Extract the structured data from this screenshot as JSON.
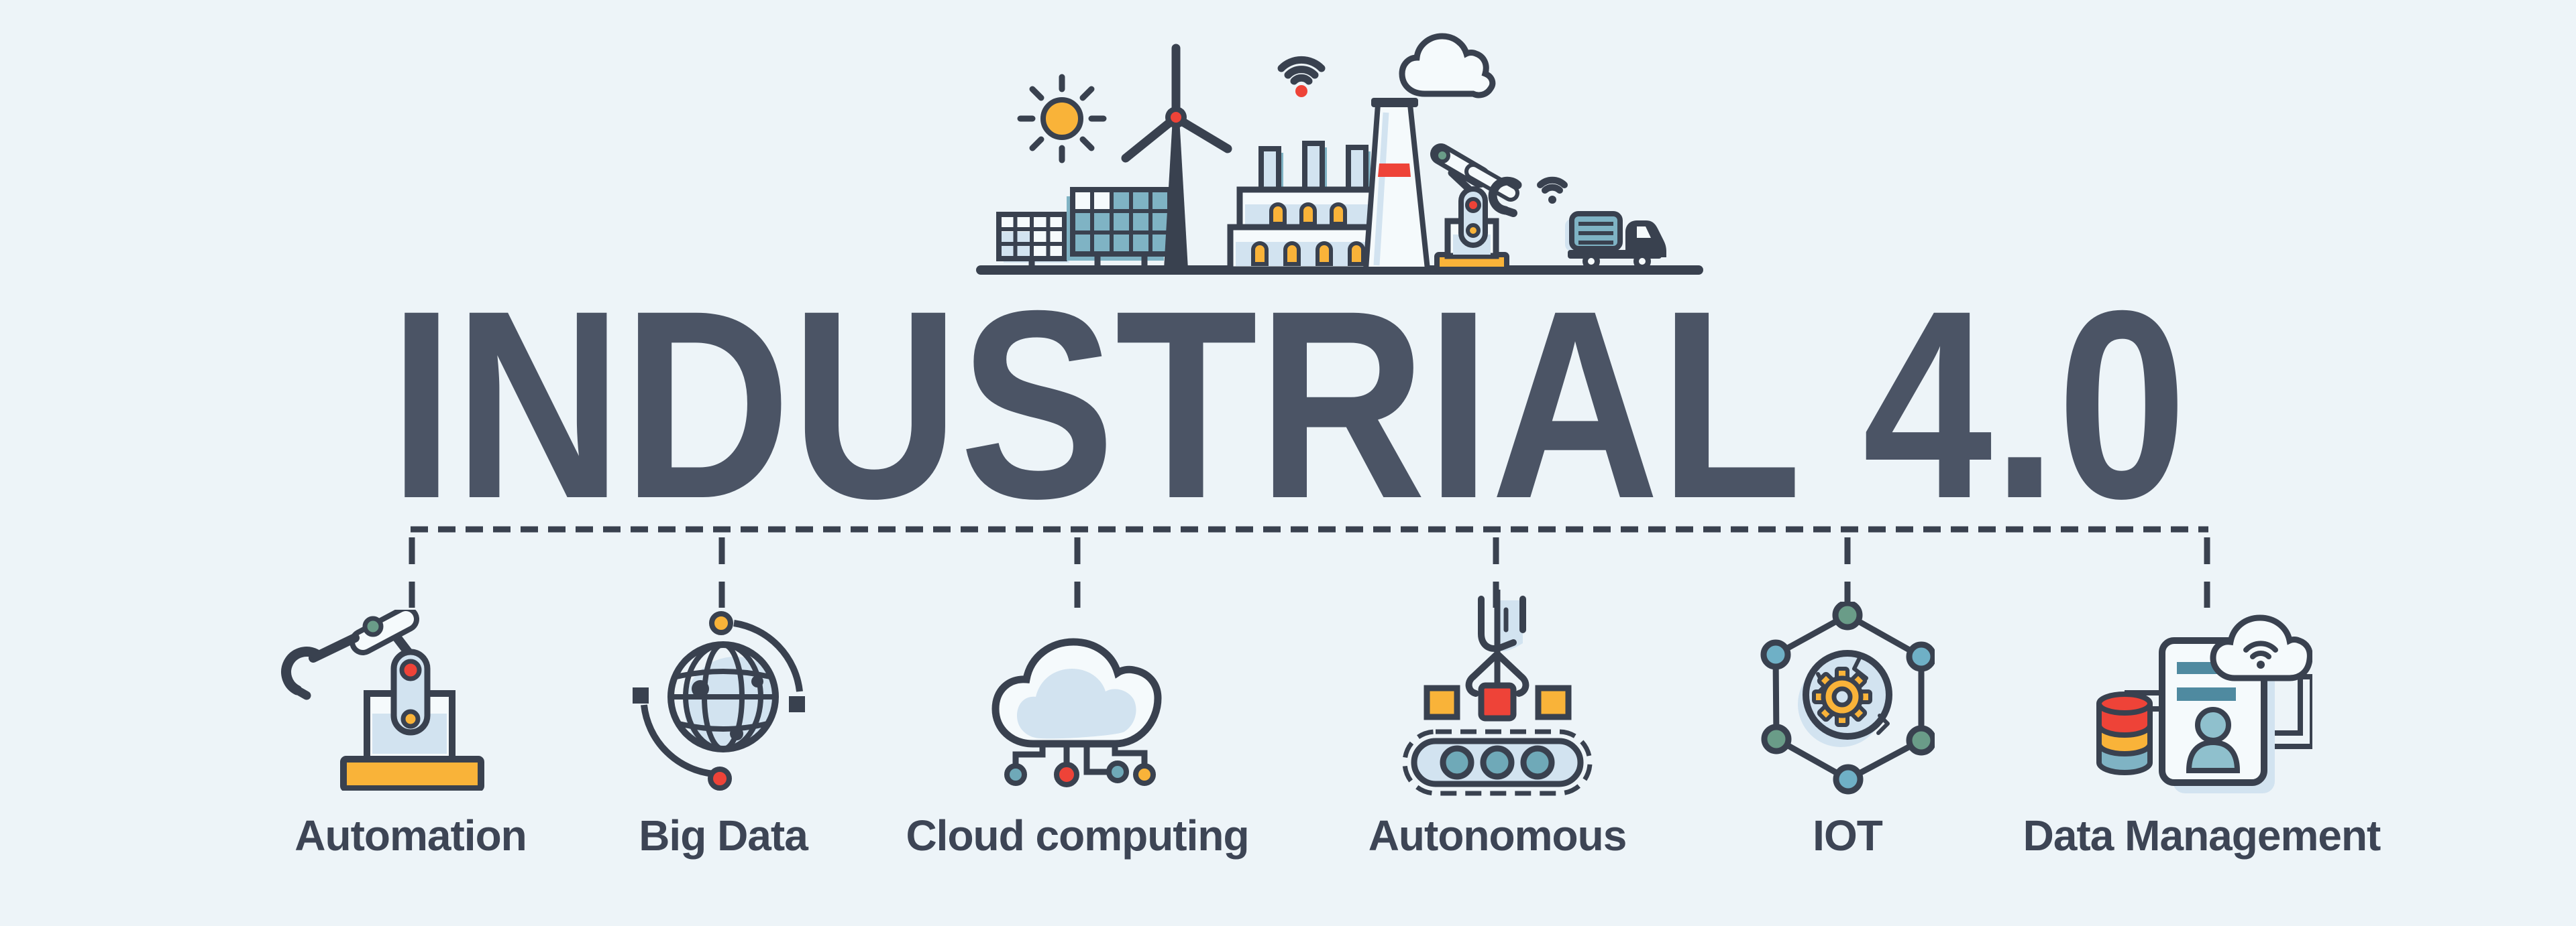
{
  "banner": {
    "title": "INDUSTRIAL 4.0"
  },
  "theme": {
    "background": "#edf4f8",
    "outline": "#39414f",
    "title_color": "#4b5465",
    "label_color": "#3d4555",
    "yellow": "#f9b339",
    "red": "#ee4338",
    "light_blue": "#d2e3f0",
    "paper": "#f5fafc",
    "teal": "#7fb3c4",
    "teal_mid": "#6fa9b8",
    "teal_dark": "#4f8aa0",
    "teal_person": "#8fc0cd",
    "green": "#6a9c88",
    "node_blue": "#6fb0c6"
  },
  "items": [
    {
      "label": "Automation",
      "icon": "robot-arm-icon"
    },
    {
      "label": "Big Data",
      "icon": "globe-network-icon"
    },
    {
      "label": "Cloud computing",
      "icon": "cloud-network-icon"
    },
    {
      "label": "Autonomous",
      "icon": "conveyor-gripper-icon"
    },
    {
      "label": "IOT",
      "icon": "hexagon-gear-icon"
    },
    {
      "label": "Data Management",
      "icon": "database-id-cloud-icon"
    }
  ],
  "scene": {
    "elements": [
      "sun",
      "solar-panels",
      "wind-turbine",
      "factory",
      "wifi-signal",
      "smokestack",
      "smoke-cloud",
      "robot-arm",
      "delivery-truck",
      "ground-line"
    ]
  }
}
